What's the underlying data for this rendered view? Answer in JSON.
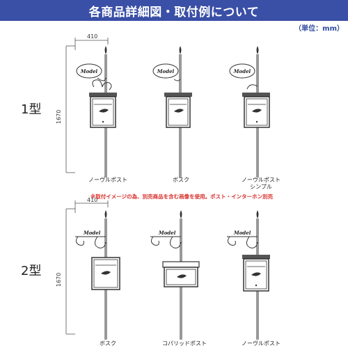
{
  "header": {
    "title": "各商品詳細図・取付例について",
    "unit": "（単位：mm）"
  },
  "type1": {
    "label": "1型",
    "dim_width": "410",
    "dim_height": "1670",
    "captions": [
      "ノーヴルポスト",
      "ボスク",
      "ノーヴルポスト\nシンプル"
    ]
  },
  "type2": {
    "label": "2型",
    "dim_width": "410",
    "dim_height": "1670",
    "captions": [
      "ボスク",
      "コパリッドポスト",
      "ノーヴルポスト"
    ]
  },
  "note": "※取付イメージの為、別売商品を含む画像を使用。ポスト・インターホン別売",
  "sign_text": "Model",
  "colors": {
    "header_bg": "#3a4fa6",
    "note": "#d8302c"
  }
}
